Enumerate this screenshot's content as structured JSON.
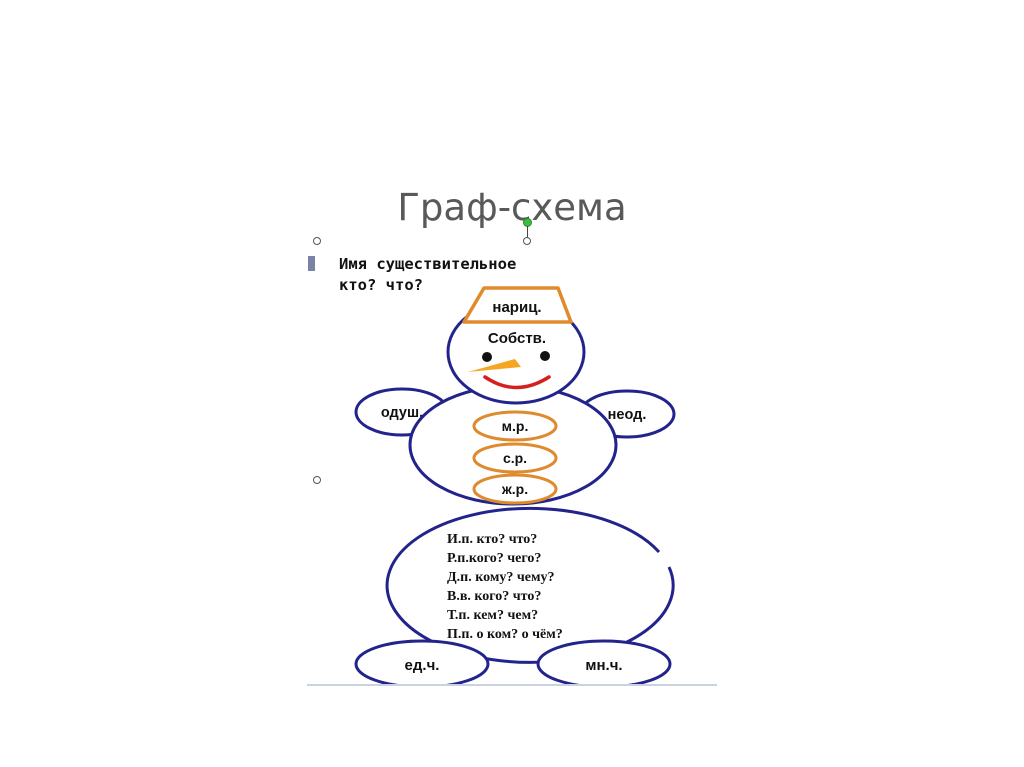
{
  "slide": {
    "title": "Граф-схема"
  },
  "diagram": {
    "heading_line1": "Имя существительное",
    "heading_line2": "кто? что?",
    "hat_label": "нариц.",
    "face_label": "Собств.",
    "left_hand_label": "одуш.",
    "right_hand_label": "неод.",
    "buttons": [
      "м.р.",
      "с.р.",
      "ж.р."
    ],
    "cases": [
      "И.п. кто? что?",
      "Р.п.кого? чего?",
      "Д.п. кому? чему?",
      "В.в. кого? что?",
      "Т.п. кем? чем?",
      "П.п. о ком? о чём?"
    ],
    "left_foot_label": "ед.ч.",
    "right_foot_label": "мн.ч."
  },
  "colors": {
    "outline": "#23238c",
    "accent_orange": "#e08a2e",
    "nose": "#f5a623",
    "mouth": "#d61f1f",
    "title_text": "#595959"
  }
}
